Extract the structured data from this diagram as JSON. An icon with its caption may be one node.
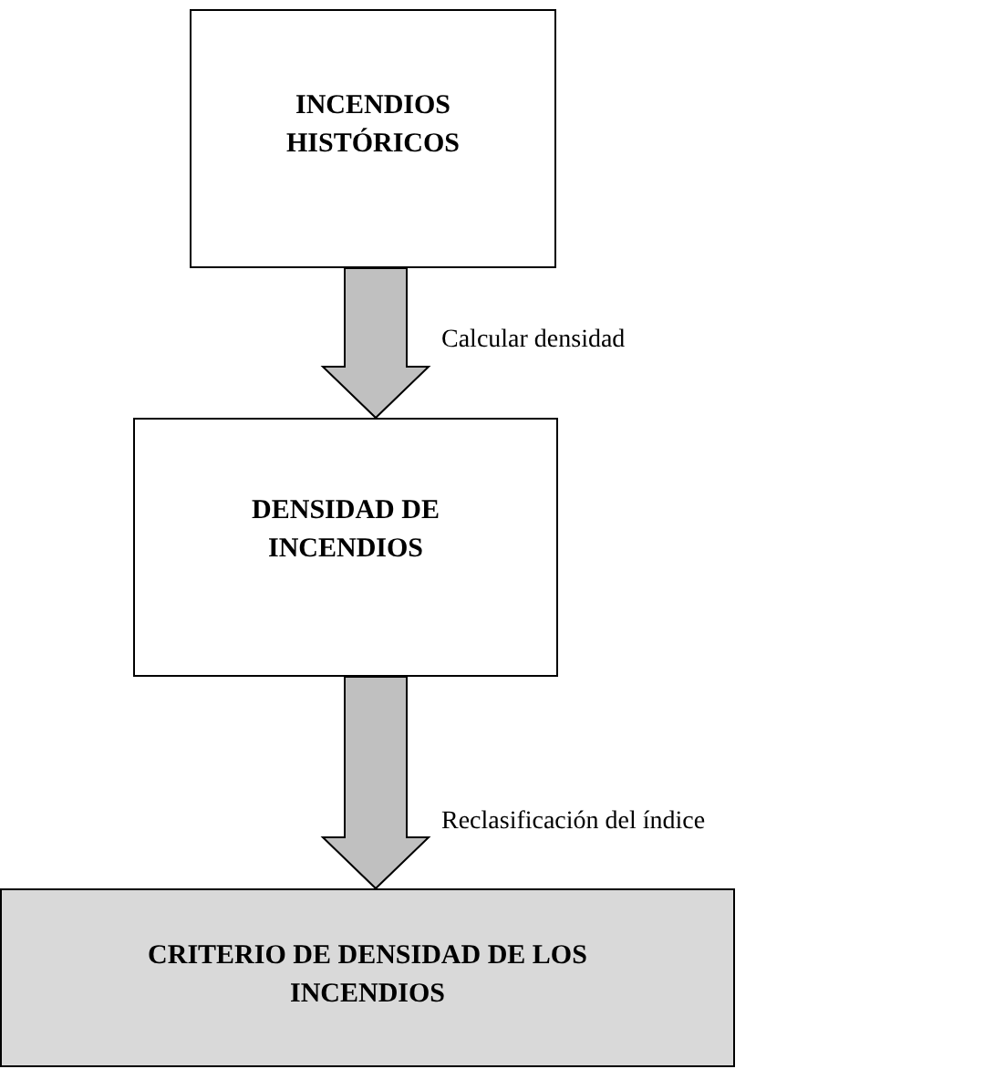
{
  "diagram": {
    "nodes": [
      {
        "text": [
          "INCENDIOS HISTÓRICOS"
        ]
      },
      {
        "text": [
          "DENSIDAD DE INCENDIOS"
        ]
      },
      {
        "text": [
          "CRITERIO DE DENSIDAD DE LOS INCENDIOS"
        ]
      }
    ],
    "edges": [
      {
        "from": 0,
        "to": 1,
        "arrow": "to",
        "label": "Calcular densidad"
      },
      {
        "from": 1,
        "to": 2,
        "arrow": "to",
        "label": "Reclasificación del índice"
      }
    ]
  }
}
